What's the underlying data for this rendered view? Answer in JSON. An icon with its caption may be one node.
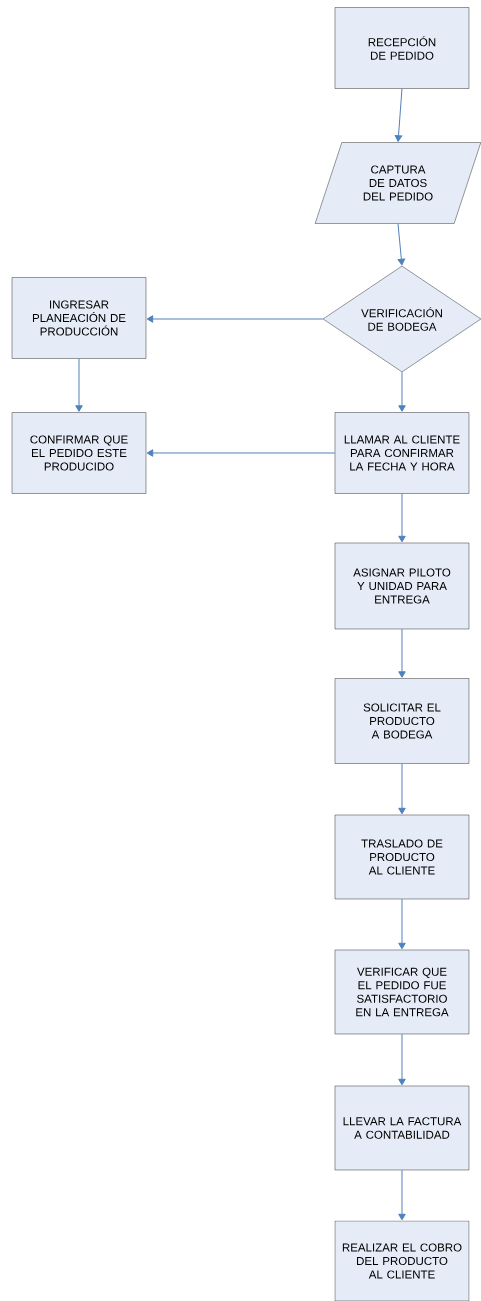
{
  "diagram": {
    "nodes": [
      {
        "text": [
          "RECEPCIÓN DE PEDIDO"
        ]
      },
      {
        "text": [
          "CAPTURA DE DATOS DEL PEDIDO"
        ]
      },
      {
        "text": [
          "VERIFICACIÓN DE BODEGA"
        ]
      },
      {
        "text": [
          "INGRESAR PLANEACIÓN DE PRODUCCIÓN"
        ]
      },
      {
        "text": [
          "CONFIRMAR QUE EL PEDIDO ESTE PRODUCIDO"
        ]
      },
      {
        "text": [
          "LLAMAR AL CLIENTE PARA CONFIRMAR LA FECHA Y HORA"
        ]
      },
      {
        "text": [
          "ASIGNAR PILOTO Y UNIDAD PARA ENTREGA"
        ]
      },
      {
        "text": [
          "SOLICITAR EL PRODUCTO A BODEGA"
        ]
      },
      {
        "text": [
          "TRASLADO DE PRODUCTO AL CLIENTE"
        ]
      },
      {
        "text": [
          "VERIFICAR QUE EL PEDIDO FUE SATISFACTORIO EN LA ENTREGA"
        ]
      },
      {
        "text": [
          "LLEVAR LA FACTURA A CONTABILIDAD"
        ]
      },
      {
        "text": [
          "REALIZAR EL COBRO DEL PRODUCTO AL CLIENTE"
        ]
      }
    ],
    "edges": [
      {
        "from": 0,
        "to": 1,
        "arrow": "to"
      },
      {
        "from": 1,
        "to": 2,
        "arrow": "to"
      },
      {
        "from": 2,
        "to": 3,
        "arrow": "to"
      },
      {
        "from": 2,
        "to": 5,
        "arrow": "to"
      },
      {
        "from": 3,
        "to": 4,
        "arrow": "to"
      },
      {
        "from": 5,
        "to": 4,
        "arrow": "to"
      },
      {
        "from": 5,
        "to": 6,
        "arrow": "to"
      },
      {
        "from": 6,
        "to": 7,
        "arrow": "to"
      },
      {
        "from": 7,
        "to": 8,
        "arrow": "to"
      },
      {
        "from": 8,
        "to": 9,
        "arrow": "to"
      },
      {
        "from": 9,
        "to": 10,
        "arrow": "to"
      },
      {
        "from": 10,
        "to": 11,
        "arrow": "to"
      }
    ]
  }
}
